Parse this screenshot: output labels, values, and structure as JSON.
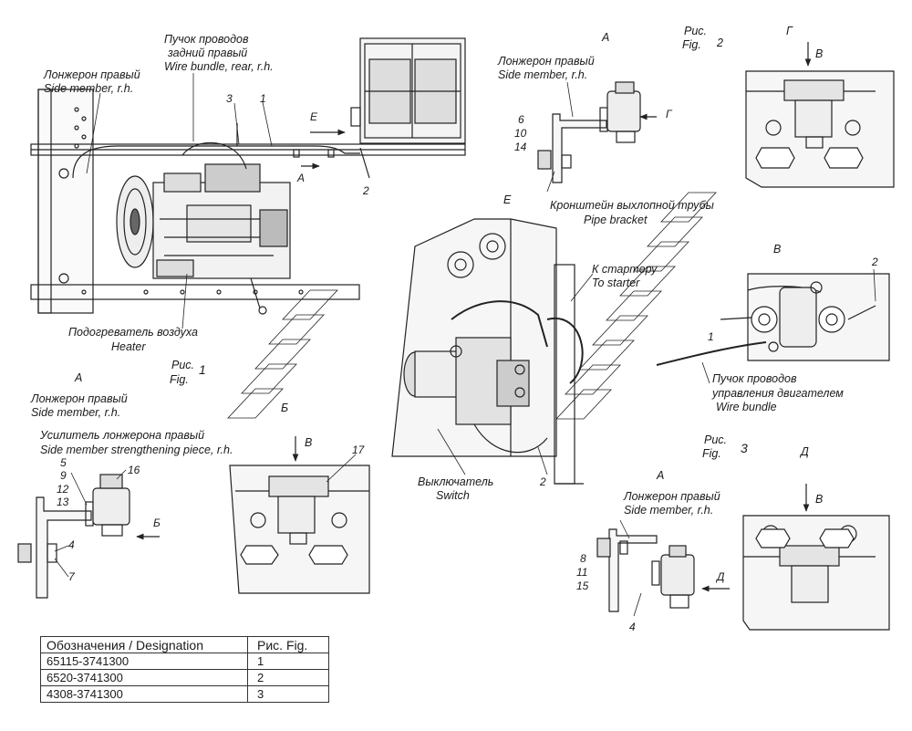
{
  "fig1": {
    "wire_bundle_rear": [
      "Пучок проводов",
      "задний правый",
      "Wire bundle, rear, r.h."
    ],
    "side_member": [
      "Лонжерон правый",
      "Side member, r.h."
    ],
    "heater": [
      "Подогреватель воздуха",
      "Heater"
    ],
    "fig_label": [
      "Рис.",
      "Fig.",
      "1"
    ],
    "callouts": [
      "3",
      "1",
      "Е",
      "А",
      "2"
    ]
  },
  "fig1_view_a": {
    "title": "А",
    "side_member": [
      "Лонжерон правый",
      "Side member, r.h."
    ],
    "strengthening": [
      "Усилитель лонжерона правый",
      "Side member strengthening piece, r.h."
    ],
    "callouts": [
      "16",
      "5",
      "9",
      "12",
      "13",
      "Б",
      "4",
      "7"
    ]
  },
  "fig1_view_b": {
    "title": "Б",
    "arrow": "В",
    "callouts": [
      "17"
    ]
  },
  "fig2": {
    "view_a_title": "А",
    "fig_label": [
      "Рис.",
      "Fig.",
      "2"
    ],
    "side_member": [
      "Лонжерон правый",
      "Side member, r.h."
    ],
    "pipe_bracket": [
      "Кронштейн выхлопной трубы",
      "Pipe bracket"
    ],
    "callouts": [
      "6",
      "10",
      "14",
      "Г"
    ],
    "view_g_title": "Г",
    "view_g_arrow": "В"
  },
  "view_e": {
    "title": "Е",
    "to_starter": [
      "К стартеру",
      "To starter"
    ],
    "switch": [
      "Выключатель",
      "Switch"
    ],
    "callouts": [
      "2"
    ]
  },
  "view_v": {
    "title": "В",
    "wire_bundle": [
      "Пучок проводов",
      "управления двигателем",
      "Wire bundle"
    ],
    "callouts": [
      "2",
      "1"
    ]
  },
  "fig3": {
    "fig_label": [
      "Рис.",
      "Fig.",
      "3"
    ],
    "view_d_title": "Д",
    "view_d_arrow": "В",
    "view_a_title": "А",
    "side_member": [
      "Лонжерон правый",
      "Side member, r.h."
    ],
    "callouts": [
      "8",
      "11",
      "15",
      "Д",
      "4"
    ]
  },
  "table": {
    "headers": [
      "Обозначения / Designation",
      "Рис. Fig."
    ],
    "rows": [
      [
        "65115-3741300",
        "1"
      ],
      [
        "6520-3741300",
        "2"
      ],
      [
        "4308-3741300",
        "3"
      ]
    ]
  }
}
